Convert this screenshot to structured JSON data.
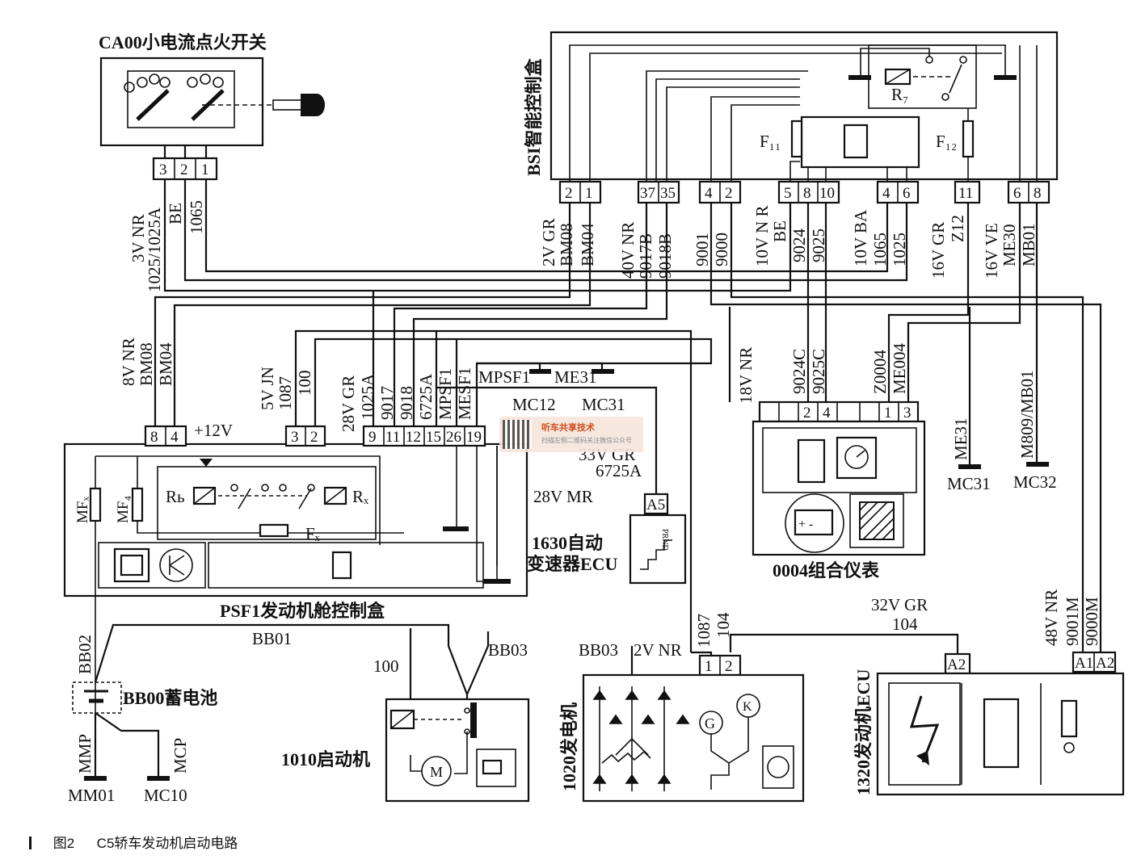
{
  "caption": {
    "figure": "图2",
    "text": "C5轿车发动机启动电路"
  },
  "watermark": {
    "title": "听车共享技术",
    "subtitle": "扫描左侧二维码关注微信公众号"
  },
  "components": {
    "ignition_switch": "CA00小电流点火开关",
    "bsi": "BSI智能控制盒",
    "psf1": "PSF1发动机舱控制盒",
    "tcu_line1": "1630自动",
    "tcu_line2": "变速器ECU",
    "cluster": "0004组合仪表",
    "battery": "BB00蓄电池",
    "starter": "1010启动机",
    "alternator": "1020发电机",
    "ecu": "1320发动机ECU"
  },
  "switch_pins": [
    "3",
    "2",
    "1"
  ],
  "bsi_pins": [
    "2",
    "1",
    "37",
    "35",
    "4",
    "2",
    "5",
    "8",
    "10",
    "4",
    "6",
    "11",
    "6",
    "8"
  ],
  "psf_pins_left": [
    "8",
    "4"
  ],
  "psf_pins_mid": [
    "3",
    "2"
  ],
  "psf_pins_right": [
    "9",
    "11",
    "12",
    "15",
    "26",
    "19"
  ],
  "cluster_pins": [
    "2",
    "4",
    "1",
    "3"
  ],
  "alt_pins": [
    "1",
    "2"
  ],
  "ecu_pins": [
    "A2",
    "A1",
    "A2"
  ],
  "tcu_pin": "A5",
  "inner": {
    "r7": "R₇",
    "f11": "F₁₁",
    "f12": "F₁₂",
    "rb": "Rь",
    "rx": "Rₓ",
    "fx": "Fₓ",
    "mfx": "MFₓ",
    "mf4": "MF₄",
    "motor": "M",
    "gen": "G",
    "lamp": "K",
    "prnd": "PRND"
  },
  "labels": {
    "sw_wire1": "3V NR",
    "sw_wire1b": "1025/1025A",
    "sw_wire2": "BE",
    "sw_wire3": "1065",
    "bsi_c1": "2V GR",
    "bsi_c1a": "BM08",
    "bsi_c1b": "BM04",
    "bsi_c2": "40V NR",
    "bsi_c2a": "9017B",
    "bsi_c2b": "9018B",
    "bsi_c3a": "9001",
    "bsi_c3b": "9000",
    "bsi_c4": "10V N R",
    "bsi_c4a": "BE",
    "bsi_c4b": "9024",
    "bsi_c4c": "9025",
    "bsi_c5": "10V BA",
    "bsi_c5a": "1065",
    "bsi_c5b": "1025",
    "bsi_c6": "16V GR",
    "bsi_c6a": "Z12",
    "bsi_c7": "16V VE",
    "bsi_c7a": "ME30",
    "bsi_c7b": "MB01",
    "psf_l": "8V NR",
    "psf_la": "BM08",
    "psf_lb": "BM04",
    "plus12": "+12V",
    "psf_m": "5V JN",
    "psf_ma": "1087",
    "psf_mb": "100",
    "psf_r": "28V GR",
    "psf_ra": "1025A",
    "psf_rb": "9017",
    "psf_rc": "9018",
    "psf_rd": "6725A",
    "psf_re": "MPSF1",
    "psf_rf": "MESF1",
    "mpsf1": "MPSF1",
    "me31a": "ME31",
    "mc12": "MC12",
    "mc31a": "MC31",
    "w33": "33V GR",
    "w6725": "6725A",
    "w28mr": "28V MR",
    "cl_w": "18V NR",
    "cl_a": "9024C",
    "cl_b": "9025C",
    "cl_c": "Z0004",
    "cl_d": "ME004",
    "me31b": "ME31",
    "mc31b": "MC31",
    "mb": "M809/MB01",
    "mc32": "MC32",
    "bb02": "BB02",
    "bb01": "BB01",
    "bb03a": "BB03",
    "w100": "100",
    "bb03b": "BB03",
    "w2vnr": "2V NR",
    "w1087": "1087",
    "w104": "104",
    "w32": "32V GR",
    "w104b": "104",
    "w48": "48V NR",
    "w9001m": "9001M",
    "w9000m": "9000M",
    "mmp": "MMP",
    "mcp": "MCP",
    "mm01": "MM01",
    "mc10": "MC10"
  }
}
